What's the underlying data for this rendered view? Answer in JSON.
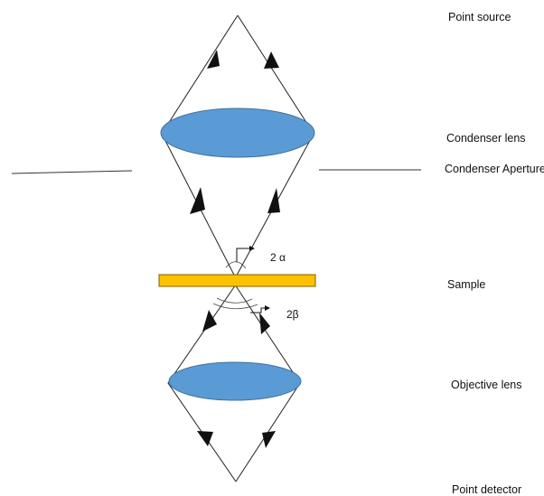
{
  "labels": {
    "point_source": "Point source",
    "condenser_lens": "Condenser lens",
    "condenser_aperture": "Condenser Aperture",
    "sample": "Sample",
    "objective_lens": "Objective lens",
    "point_detector": "Point detector"
  },
  "angles": {
    "alpha": "2 α",
    "beta": "2β"
  },
  "colors": {
    "lens_fill": "#5b9bd5",
    "lens_stroke": "#41719c",
    "sample_fill": "#ffc000",
    "sample_stroke": "#7f6000",
    "ray": "#222222"
  }
}
